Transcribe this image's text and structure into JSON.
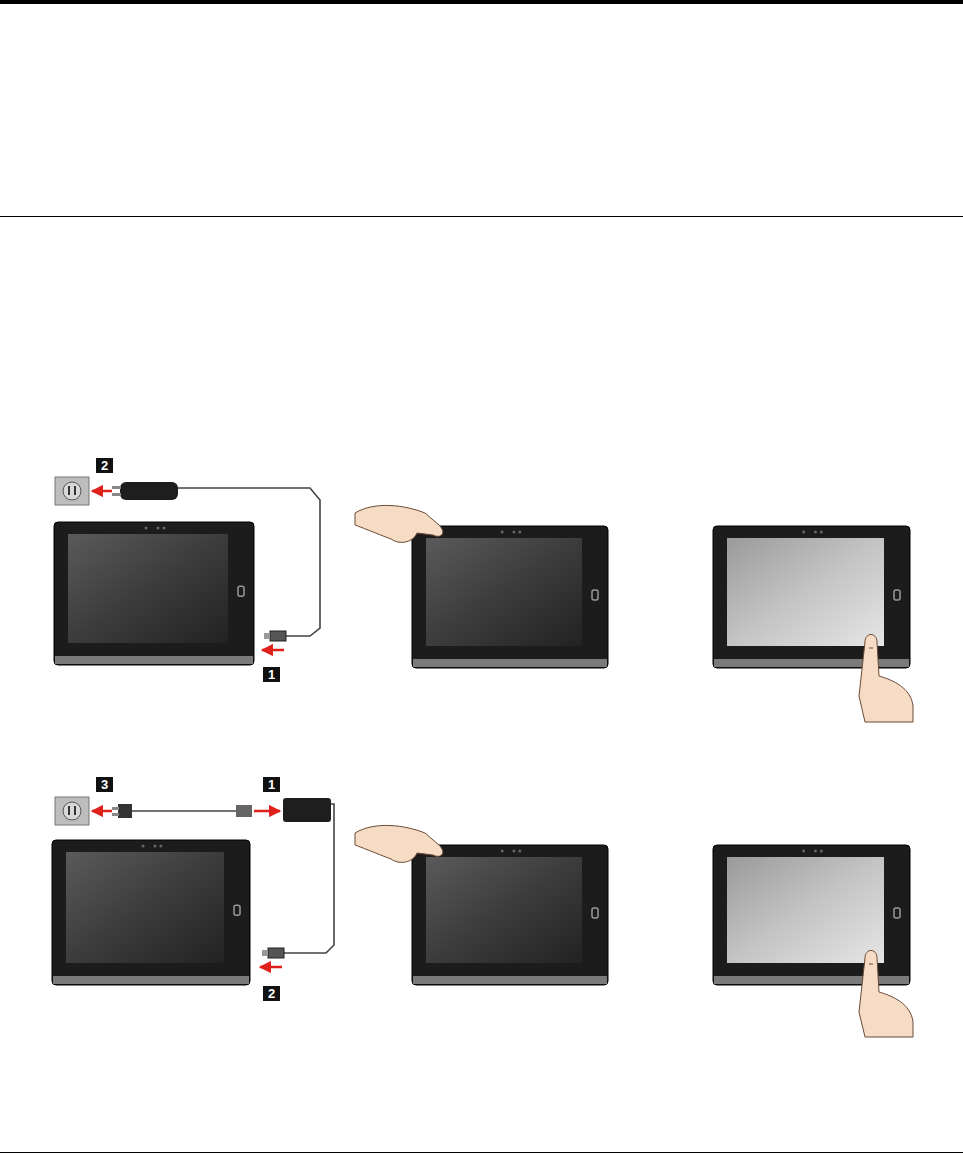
{
  "diagram": {
    "labels": [
      "2",
      "1",
      "3",
      "1",
      "2"
    ]
  }
}
